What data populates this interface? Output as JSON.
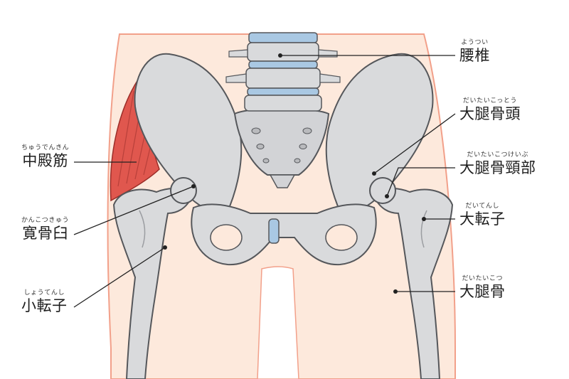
{
  "labels": {
    "lumbar": {
      "furigana": "ようつい",
      "text": "腰椎"
    },
    "femoral_head": {
      "furigana": "だいたいこっとう",
      "text": "大腿骨頭"
    },
    "gluteus_medius": {
      "furigana": "ちゅうでんきん",
      "text": "中殿筋"
    },
    "femoral_neck": {
      "furigana": "だいたいこつけいぶ",
      "text": "大腿骨頸部"
    },
    "acetabulum": {
      "furigana": "かんこつきゅう",
      "text": "寛骨臼"
    },
    "greater_trochanter": {
      "furigana": "だいてんし",
      "text": "大転子"
    },
    "lesser_trochanter": {
      "furigana": "しょうてんし",
      "text": "小転子"
    },
    "femur": {
      "furigana": "だいたいこつ",
      "text": "大腿骨"
    }
  },
  "colors": {
    "skin": "#fde9dc",
    "skin_outline": "#f2a08a",
    "bone": "#d9dadc",
    "bone_shadow": "#b9babd",
    "bone_outline": "#55575b",
    "disc": "#a9c8e3",
    "muscle": "#e0574e",
    "leader_line": "#222222"
  }
}
